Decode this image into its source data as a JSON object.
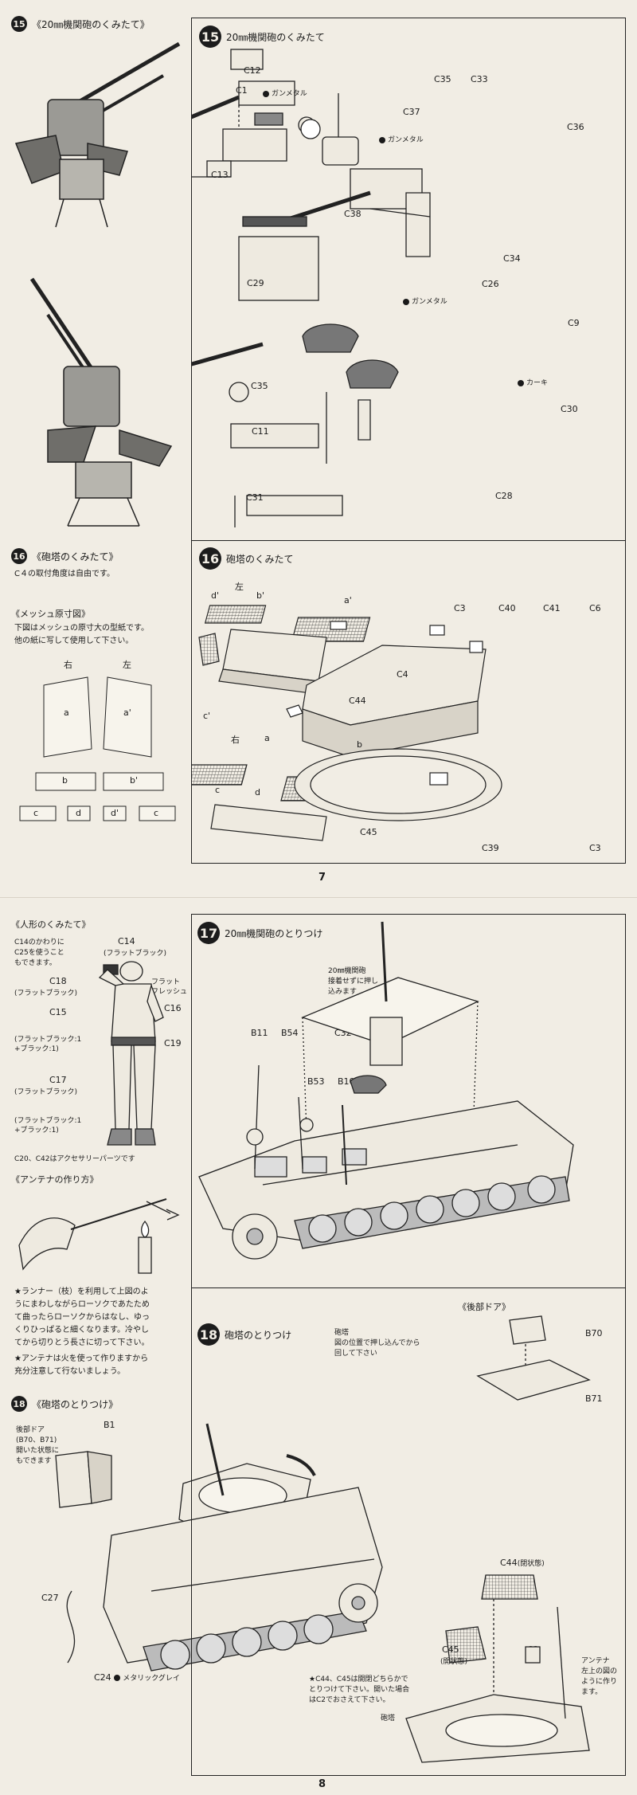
{
  "page7": {
    "number": "7",
    "left": {
      "step15": {
        "num": "15",
        "title": "《20㎜機関砲のくみたて》"
      },
      "step16": {
        "num": "16",
        "title": "《砲塔のくみたて》",
        "note": "C４の取付角度は自由です。"
      },
      "mesh": {
        "title": "《メッシュ原寸図》",
        "note_l1": "下図はメッシュの原寸大の型紙です。",
        "note_l2": "他の紙に写して使用して下さい。",
        "right": "右",
        "left": "左",
        "a": "a",
        "a2": "a'",
        "b": "b",
        "b2": "b'",
        "c": "c",
        "d": "d",
        "d2": "d'",
        "c2": "c"
      }
    },
    "right15": {
      "num": "15",
      "title": "20㎜機関砲のくみたて",
      "labels": {
        "C12": "C12",
        "C1": "C1",
        "gunmetal1": "ガンメタル",
        "C35a": "C35",
        "C33": "C33",
        "C37": "C37",
        "gunmetal2": "ガンメタル",
        "C36": "C36",
        "C13": "C13",
        "C38": "C38",
        "C34": "C34",
        "C29": "C29",
        "C26": "C26",
        "gunmetal3": "ガンメタル",
        "C9": "C9",
        "khaki": "カーキ",
        "C35b": "C35",
        "C30": "C30",
        "C11": "C11",
        "C31": "C31",
        "C28": "C28"
      }
    },
    "right16": {
      "num": "16",
      "title": "砲塔のくみたて",
      "labels": {
        "dp": "d'",
        "left": "左",
        "bp": "b'",
        "ap": "a'",
        "cp": "c'",
        "C44": "C44",
        "right": "右",
        "a": "a",
        "b": "b",
        "c": "c",
        "d": "d",
        "C45": "C45",
        "C3a": "C3",
        "C40": "C40",
        "C41": "C41",
        "C6": "C6",
        "C4": "C4",
        "C39": "C39",
        "C3b": "C3"
      }
    }
  },
  "page8": {
    "number": "8",
    "figure": {
      "title": "《人形のくみたて》",
      "C14": "C14",
      "flatblack1": "(フラットブラック)",
      "note1_l1": "C14のかわりに",
      "note1_l2": "C25を使うこと",
      "note1_l3": "もできます。",
      "C18": "C18",
      "flatblack2": "(フラットブラック)",
      "flatflesh_l1": "フラット",
      "flatflesh_l2": "フレッシュ",
      "C15": "C15",
      "C16": "C16",
      "mix1_l1": "(フラットブラック:1",
      "mix1_l2": "+ブラック:1)",
      "C19": "C19",
      "C17": "C17",
      "flatblack3": "(フラットブラック)",
      "mix2_l1": "(フラットブラック:1",
      "mix2_l2": "+ブラック:1)",
      "accessory": "C20、C42はアクセサリーパーツです"
    },
    "antenna": {
      "title": "《アンテナの作り方》",
      "note_l1": "★ランナー（枝）を利用して上図のよ",
      "note_l2": "うにまわしながらローソクであたため",
      "note_l3": "て曲ったらローソクからはなし、ゆっ",
      "note_l4": "くりひっぱると細くなります。冷やし",
      "note_l5": "てから切りとう長さに切って下さい。",
      "note_l6": "★アンテナは火を使って作りますから",
      "note_l7": "充分注意して行ないましょう。"
    },
    "step18left": {
      "num": "18",
      "title": "《砲塔のとりつけ》",
      "door_l1": "後部ドア",
      "door_l2": "(B70、B71)",
      "door_l3": "開いた状態に",
      "door_l4": "もできます",
      "B1": "B1",
      "C27": "C27",
      "C24": "C24",
      "metallicgray": "メタリックグレイ"
    },
    "step17": {
      "num": "17",
      "title": "20㎜機関砲のとりつけ",
      "gunnote_l1": "20㎜機関砲",
      "gunnote_l2": "接着せずに押し",
      "gunnote_l3": "込みます",
      "B11": "B11",
      "B54": "B54",
      "C32": "C32",
      "B53": "B53",
      "B10": "B10"
    },
    "reardoor": {
      "title": "《後部ドア》",
      "B70": "B70",
      "B71": "B71"
    },
    "step18": {
      "num": "18",
      "title": "砲塔のとりつけ",
      "turretnote_l1": "砲塔",
      "turretnote_l2": "図の位置で押し込んでから",
      "turretnote_l3": "回して下さい",
      "C44": "C44",
      "C44state": "(閉状態)",
      "C45": "C45",
      "C45state": "(開状態)",
      "C2": "C2",
      "antennanote_l1": "アンテナ",
      "antennanote_l2": "左上の図の",
      "antennanote_l3": "ように作り",
      "antennanote_l4": "ます。",
      "c44note_l1": "★C44、C45は開閉どちらかで",
      "c44note_l2": "とりつけて下さい。開いた場合",
      "c44note_l3": "はC2でおさえて下さい。",
      "turret": "砲塔"
    }
  }
}
